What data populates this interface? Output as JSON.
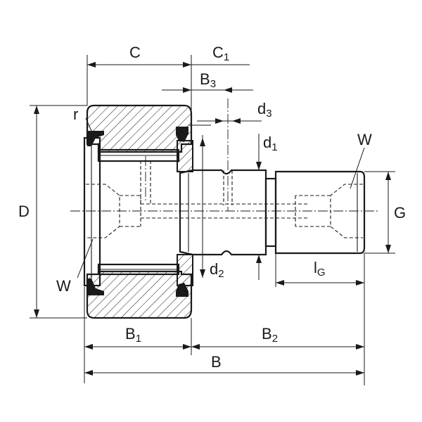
{
  "labels": {
    "C": "C",
    "C1": {
      "main": "C",
      "sub": "1"
    },
    "B3": {
      "main": "B",
      "sub": "3"
    },
    "d3": {
      "main": "d",
      "sub": "3"
    },
    "d1": {
      "main": "d",
      "sub": "1"
    },
    "W_right": "W",
    "r": "r",
    "D": "D",
    "G": "G",
    "W_left": "W",
    "d2": {
      "main": "d",
      "sub": "2"
    },
    "lG": {
      "main": "l",
      "sub": "G"
    },
    "B1": {
      "main": "B",
      "sub": "1"
    },
    "B2": {
      "main": "B",
      "sub": "2"
    },
    "B": "B"
  },
  "colors": {
    "line": "#1a1a1a",
    "background": "#ffffff"
  }
}
